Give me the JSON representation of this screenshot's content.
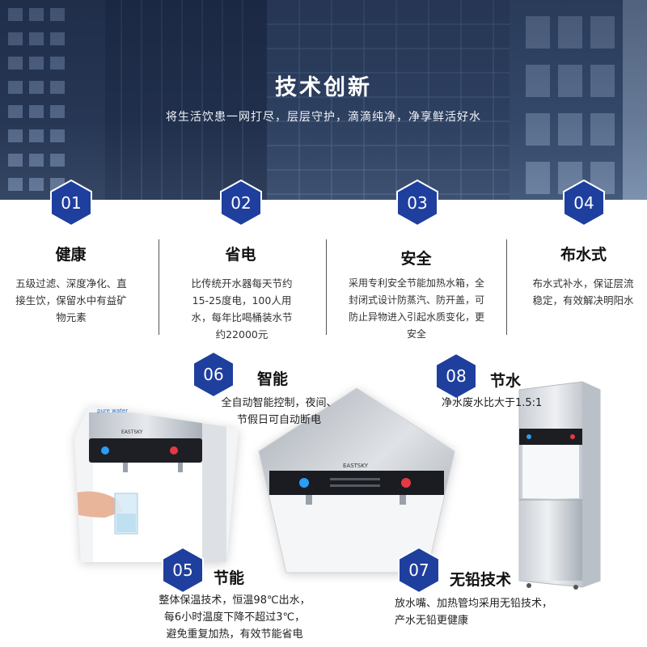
{
  "hero": {
    "title": "技术创新",
    "subtitle": "将生活饮患一网打尽，层层守护，滴滴纯净，净享鲜活好水"
  },
  "features": [
    {
      "num": "01",
      "title": "健康",
      "lines": [
        "五级过滤、深度净化、直",
        "接生饮，保留水中有益矿",
        "物元素"
      ]
    },
    {
      "num": "02",
      "title": "省电",
      "lines": [
        "比传统开水器每天节约",
        "15-25度电，100人用",
        "水，每年比喝桶装水节",
        "约22000元"
      ]
    },
    {
      "num": "03",
      "title": "安全",
      "lines": [
        "采用专利安全节能加热水箱，全",
        "封闭式设计防蒸汽、防开盖，可",
        "防止异物进入引起水质变化，更",
        "安全"
      ]
    },
    {
      "num": "04",
      "title": "布水式",
      "lines": [
        "布水式补水，保证层流",
        "稳定，有效解决明阳水"
      ]
    }
  ],
  "lower": {
    "f05": {
      "num": "05",
      "title": "节能",
      "lines": [
        "整体保温技术，恒温98℃出水，",
        "每6小时温度下降不超过3℃，",
        "避免重复加热，有效节能省电"
      ]
    },
    "f06": {
      "num": "06",
      "title": "智能",
      "lines": [
        "全自动智能控制，夜间、",
        "节假日可自动断电"
      ]
    },
    "f07": {
      "num": "07",
      "title": "无铅技术",
      "lines": [
        "放水嘴、加热管均采用无铅技术，",
        "产水无铅更健康"
      ]
    },
    "f08": {
      "num": "08",
      "title": "节水",
      "lines": [
        "净水废水比大于1.5:1"
      ]
    }
  },
  "product": {
    "brand": "EASTSKY",
    "left_label": "pure water"
  },
  "colors": {
    "badge_blue": "#1f3f9e",
    "hero_dark": "#1e2a44"
  }
}
